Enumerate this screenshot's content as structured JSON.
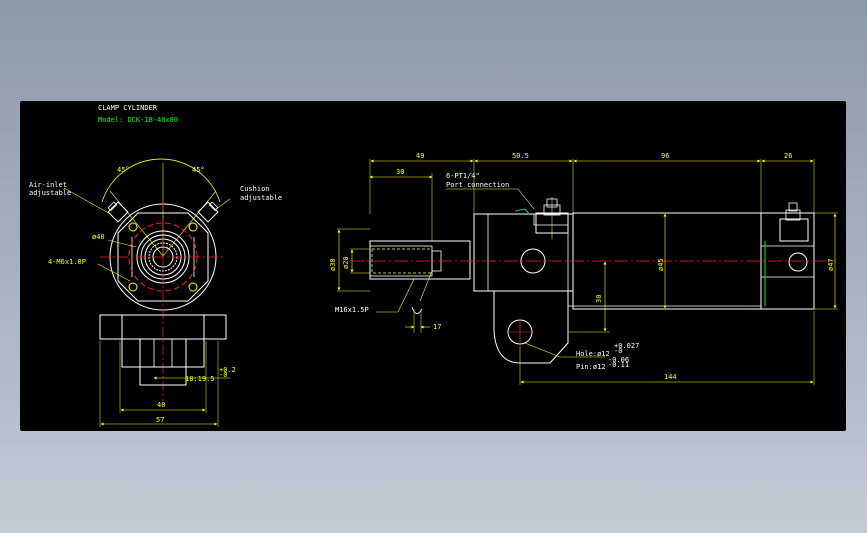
{
  "colors": {
    "background": "#000000",
    "outline": "#ffffff",
    "dimension": "#ffff00",
    "centerline": "#ff2020",
    "model_text": "#00ff00",
    "hidden": "#ffff66"
  },
  "header": {
    "title": "CLAMP CYLINDER",
    "model": "Model: DCK-1B-40x80"
  },
  "front_view": {
    "angle_left": "45°",
    "angle_right": "45°",
    "air_inlet_1": "Air-inlet",
    "air_inlet_2": "adjustable",
    "cushion_1": "Cushion",
    "cushion_2": "adjustable",
    "dia_40": "ø40",
    "thread": "4-M6x1.0P",
    "slot": "18:19.5",
    "slot_tol_upper": "+0.2",
    "slot_tol_lower": "-0",
    "dim_40": "40",
    "dim_57": "57"
  },
  "side_view": {
    "dim_49": "49",
    "dim_50_5": "50.5",
    "dim_96": "96",
    "dim_26": "26",
    "dim_30_top": "30",
    "port_1": "6-PT1/4\"",
    "port_2": "Port connection",
    "dia_30": "ø30",
    "dia_20": "ø20",
    "dia_45": "ø45",
    "dia_47": "ø47",
    "dim_30_vert": "30",
    "rod_thread": "M16x1.5P",
    "dim_17": "17",
    "hole": "Hole:ø12",
    "hole_tol_upper": "+0.027",
    "hole_tol_lower": "-0",
    "pin": "Pin:ø12",
    "pin_tol_upper": "-0.06",
    "pin_tol_lower": "-0.11",
    "dim_144": "144"
  }
}
